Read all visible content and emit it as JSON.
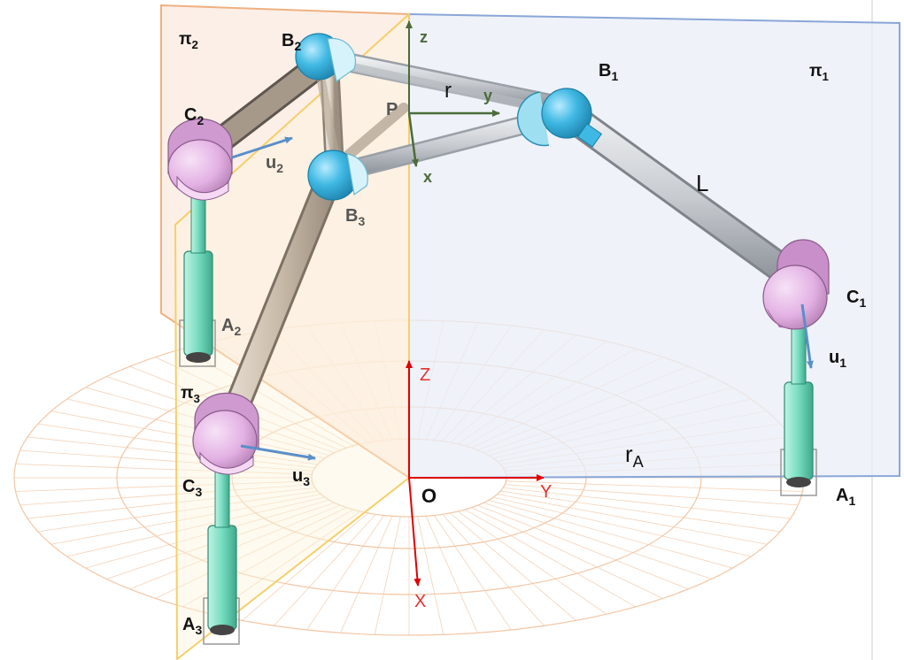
{
  "diagram": {
    "plane_labels": {
      "pi1": "π",
      "pi1_sub": "1",
      "pi2": "π",
      "pi2_sub": "2",
      "pi3": "π",
      "pi3_sub": "3"
    },
    "joint_labels": {
      "B1": "B",
      "B1_sub": "1",
      "B2": "B",
      "B2_sub": "2",
      "B3": "B",
      "B3_sub": "3",
      "C1": "C",
      "C1_sub": "1",
      "C2": "C",
      "C2_sub": "2",
      "C3": "C",
      "C3_sub": "3",
      "A1": "A",
      "A1_sub": "1",
      "A2": "A",
      "A2_sub": "2",
      "A3": "A",
      "A3_sub": "3",
      "P": "P"
    },
    "vector_labels": {
      "u1": "u",
      "u1_sub": "1",
      "u2": "u",
      "u2_sub": "2",
      "u3": "u",
      "u3_sub": "3"
    },
    "dimension_labels": {
      "r": "r",
      "L": "L",
      "rA": "r",
      "rA_sub": "A"
    },
    "moving_frame": {
      "x": "x",
      "y": "y",
      "z": "z"
    },
    "base_frame": {
      "X": "X",
      "Y": "Y",
      "Z": "Z",
      "O": "O"
    },
    "colors": {
      "plane1_fill": "#e9eef7",
      "plane1_edge": "#8aa6d8",
      "plane2_fill": "#fbe9df",
      "plane2_edge": "#f0b080",
      "plane3_edge": "#f5cf6a",
      "base_grid": "#f2c6a4",
      "axis_red": "#e00000",
      "moving_axis_green": "#4b6b3a",
      "vector_blue": "#5a8fc8",
      "link_gray": "#cfd3d8",
      "link_tan": "#cdbfae",
      "ball_cyan": "#3fb8e3",
      "housing_pink": "#e6b8e6",
      "actuator_green": "#7fe0c4"
    }
  }
}
